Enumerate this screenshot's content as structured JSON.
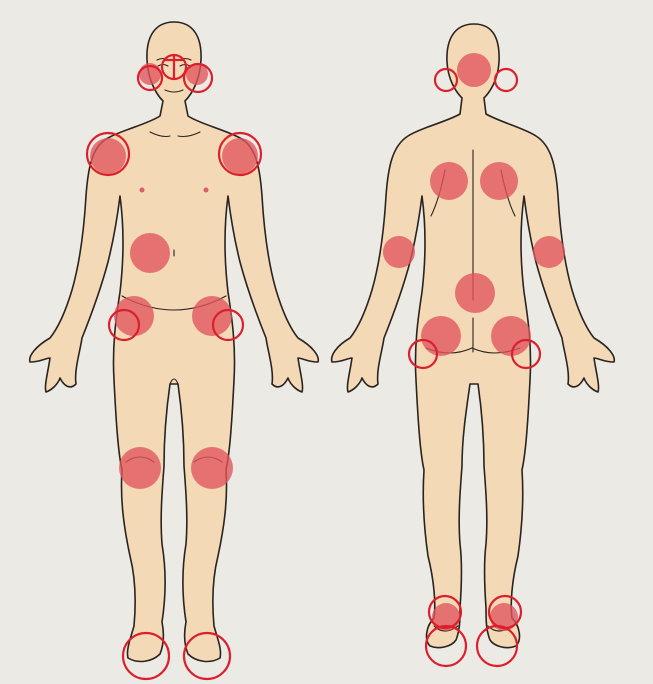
{
  "colors": {
    "paper": "#eceae4",
    "skin": "#f3d9b6",
    "outline": "#2a2320",
    "marker_fill": "#e0545c",
    "marker_stroke": "#dc1f2c",
    "bleed_text": "#cfd3dc"
  },
  "front_view": {
    "label": "front",
    "filled_markers": [
      "jaw-left",
      "jaw-right",
      "shoulder-right",
      "shoulder-left",
      "belly",
      "hip-right",
      "hip-left",
      "knee-right",
      "knee-left"
    ],
    "ring_markers": [
      "jaw-left",
      "jaw-right",
      "nose",
      "shoulder-right",
      "shoulder-left",
      "hip-right",
      "hip-left",
      "foot-right",
      "foot-left"
    ]
  },
  "back_view": {
    "label": "back",
    "filled_markers": [
      "neck",
      "upper-back-left",
      "upper-back-right",
      "elbow-left",
      "elbow-right",
      "lower-back",
      "buttock-left",
      "buttock-right",
      "heel-left",
      "heel-right"
    ],
    "ring_markers": [
      "ear-left",
      "ear-right",
      "hip-left",
      "hip-right",
      "heel-left",
      "heel-right"
    ]
  }
}
